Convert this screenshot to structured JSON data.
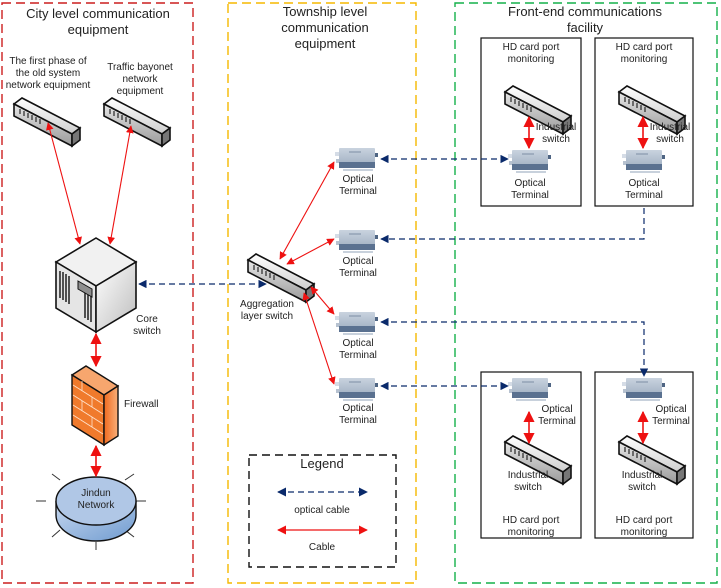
{
  "colors": {
    "city_zone": "#cc1f1f",
    "township_zone": "#f5b800",
    "frontend_zone": "#14b04a",
    "optical_cable": "#0a2a6b",
    "cable": "#ee1111",
    "legend_border": "#111111"
  },
  "zones": {
    "city": {
      "title": "City level communication equipment"
    },
    "township": {
      "title": "Township level communication equipment"
    },
    "frontend": {
      "title": "Front-end communications facility"
    }
  },
  "city": {
    "old_system_label": "The first phase of the old system network equipment",
    "traffic_bayonet_label": "Traffic bayonet network equipment",
    "core_switch_label": "Core switch",
    "firewall_label": "Firewall",
    "jindun_label_1": "Jindun",
    "jindun_label_2": "Network"
  },
  "township": {
    "aggregation_label": "Aggregation layer switch",
    "optical_terminal_label": "Optical Terminal"
  },
  "frontend": {
    "sites": [
      {
        "title": "HD card port monitoring",
        "switch_label": "Industrial switch",
        "terminal_label": "Optical Terminal"
      },
      {
        "title": "HD card port monitoring",
        "switch_label": "Industrial switch",
        "terminal_label": "Optical Terminal"
      },
      {
        "title": "HD card port monitoring",
        "switch_label": "Industrial switch",
        "terminal_label": "Optical Terminal"
      },
      {
        "title": "HD card port monitoring",
        "switch_label": "Industrial switch",
        "terminal_label": "Optical Terminal"
      }
    ]
  },
  "legend": {
    "title": "Legend",
    "items": [
      {
        "label": "optical cable",
        "type": "optical"
      },
      {
        "label": "Cable",
        "type": "cable"
      }
    ]
  }
}
